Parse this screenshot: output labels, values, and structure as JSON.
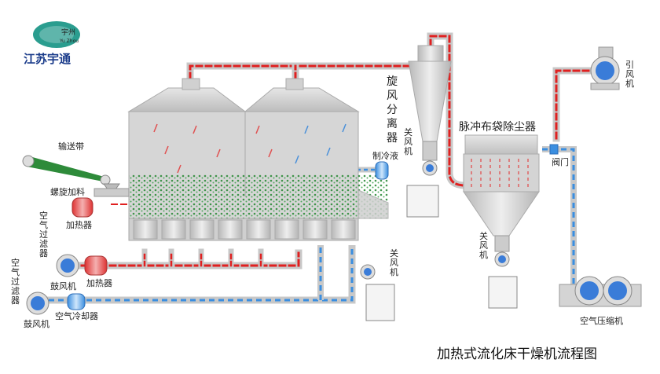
{
  "title": "加热式流化床干燥机流程图",
  "brand": {
    "name": "江苏宇通",
    "logo_text_cn": "宇州",
    "logo_text_en": "Yu Zhou",
    "logo_color": "#2a9d8f"
  },
  "labels": {
    "conveyor": "输送带",
    "screw_feed": "螺旋加料",
    "heater_1": "加热器",
    "heater_2": "加热器",
    "air_filter_1": [
      "空",
      "气",
      "过",
      "滤",
      "器"
    ],
    "air_filter_2": [
      "空",
      "气",
      "过",
      "滤",
      "器"
    ],
    "blower_1": "鼓风机",
    "blower_2": "鼓风机",
    "air_cooler": "空气冷却器",
    "coolant": "制冷液",
    "cyclone": [
      "旋",
      "风",
      "分",
      "离",
      "器"
    ],
    "rotary_valve_1": [
      "关",
      "风",
      "机"
    ],
    "rotary_valve_2": [
      "关",
      "风",
      "机"
    ],
    "rotary_valve_3": [
      "关",
      "风",
      "机"
    ],
    "bag_filter": "脉冲布袋除尘器",
    "valve": "阀门",
    "induced_fan": [
      "引",
      "风",
      "机"
    ],
    "air_compressor": "空气压缩机"
  },
  "colors": {
    "hot_air": "#e02020",
    "cool_air": "#3a8ee0",
    "pipe": "#d0d0d0",
    "vessel": "#cfcfcf",
    "particles": "#2e8b3a",
    "fan_blade": "#3a7cd8"
  },
  "icons": [
    "fan-icon",
    "heater-icon",
    "cooler-icon",
    "filter-icon",
    "rotary-valve-icon"
  ]
}
